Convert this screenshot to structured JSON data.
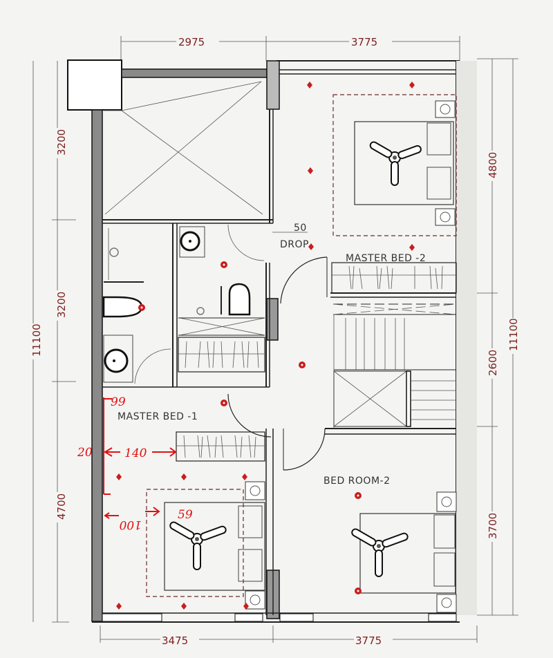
{
  "drawing": {
    "type": "architectural floor plan",
    "colors": {
      "dimension_text": "#7a1f1f",
      "annotation_red": "#d11",
      "wall_fill": "#8a8a8a",
      "paper": "#f4f4f2"
    }
  },
  "dimensions": {
    "top": [
      "2975",
      "3775"
    ],
    "bottom": [
      "3475",
      "3775"
    ],
    "left_segments": [
      "3200",
      "3200",
      "4700"
    ],
    "left_total": "11100",
    "right_segments": [
      "4800",
      "2600",
      "3700"
    ],
    "right_total": "11100"
  },
  "rooms": {
    "master_bed_1": "MASTER BED -1",
    "master_bed_2": "MASTER BED -2",
    "bed_room_2": "BED ROOM-2"
  },
  "notes": {
    "drop_value": "50",
    "drop_label": "DROP"
  },
  "annotations": {
    "a1": "99",
    "a2": "20",
    "a3": "140",
    "a4": "59",
    "a5": "100"
  }
}
